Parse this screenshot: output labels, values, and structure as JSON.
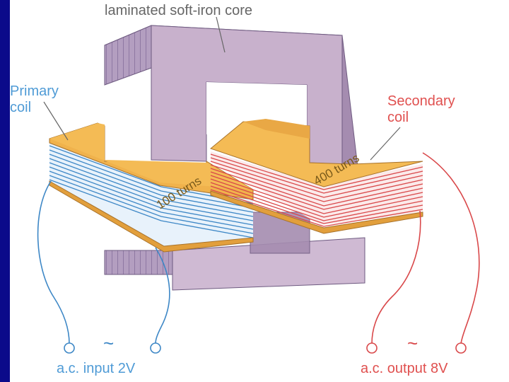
{
  "labels": {
    "core": "laminated soft-iron core",
    "primary": "Primary\ncoil",
    "secondary": "Secondary\ncoil",
    "primary_turns": "100 turns",
    "secondary_turns": "400 turns",
    "input": "a.c. input 2V",
    "output": "a.c. output 8V",
    "ac_symbol": "~"
  },
  "colors": {
    "background": "#0b0a8a",
    "label_text": "#666666",
    "primary_label": "#4f9bd6",
    "secondary_label": "#e0504f",
    "primary_wire": "#3d87c6",
    "secondary_wire": "#d9484a",
    "core_front": "#c3abc9",
    "core_side": "#9c82a8",
    "core_top": "#d8c6da",
    "coil_card": "#f0b24c"
  },
  "icons": [
    "ac-source-symbol",
    "terminal-icon"
  ]
}
